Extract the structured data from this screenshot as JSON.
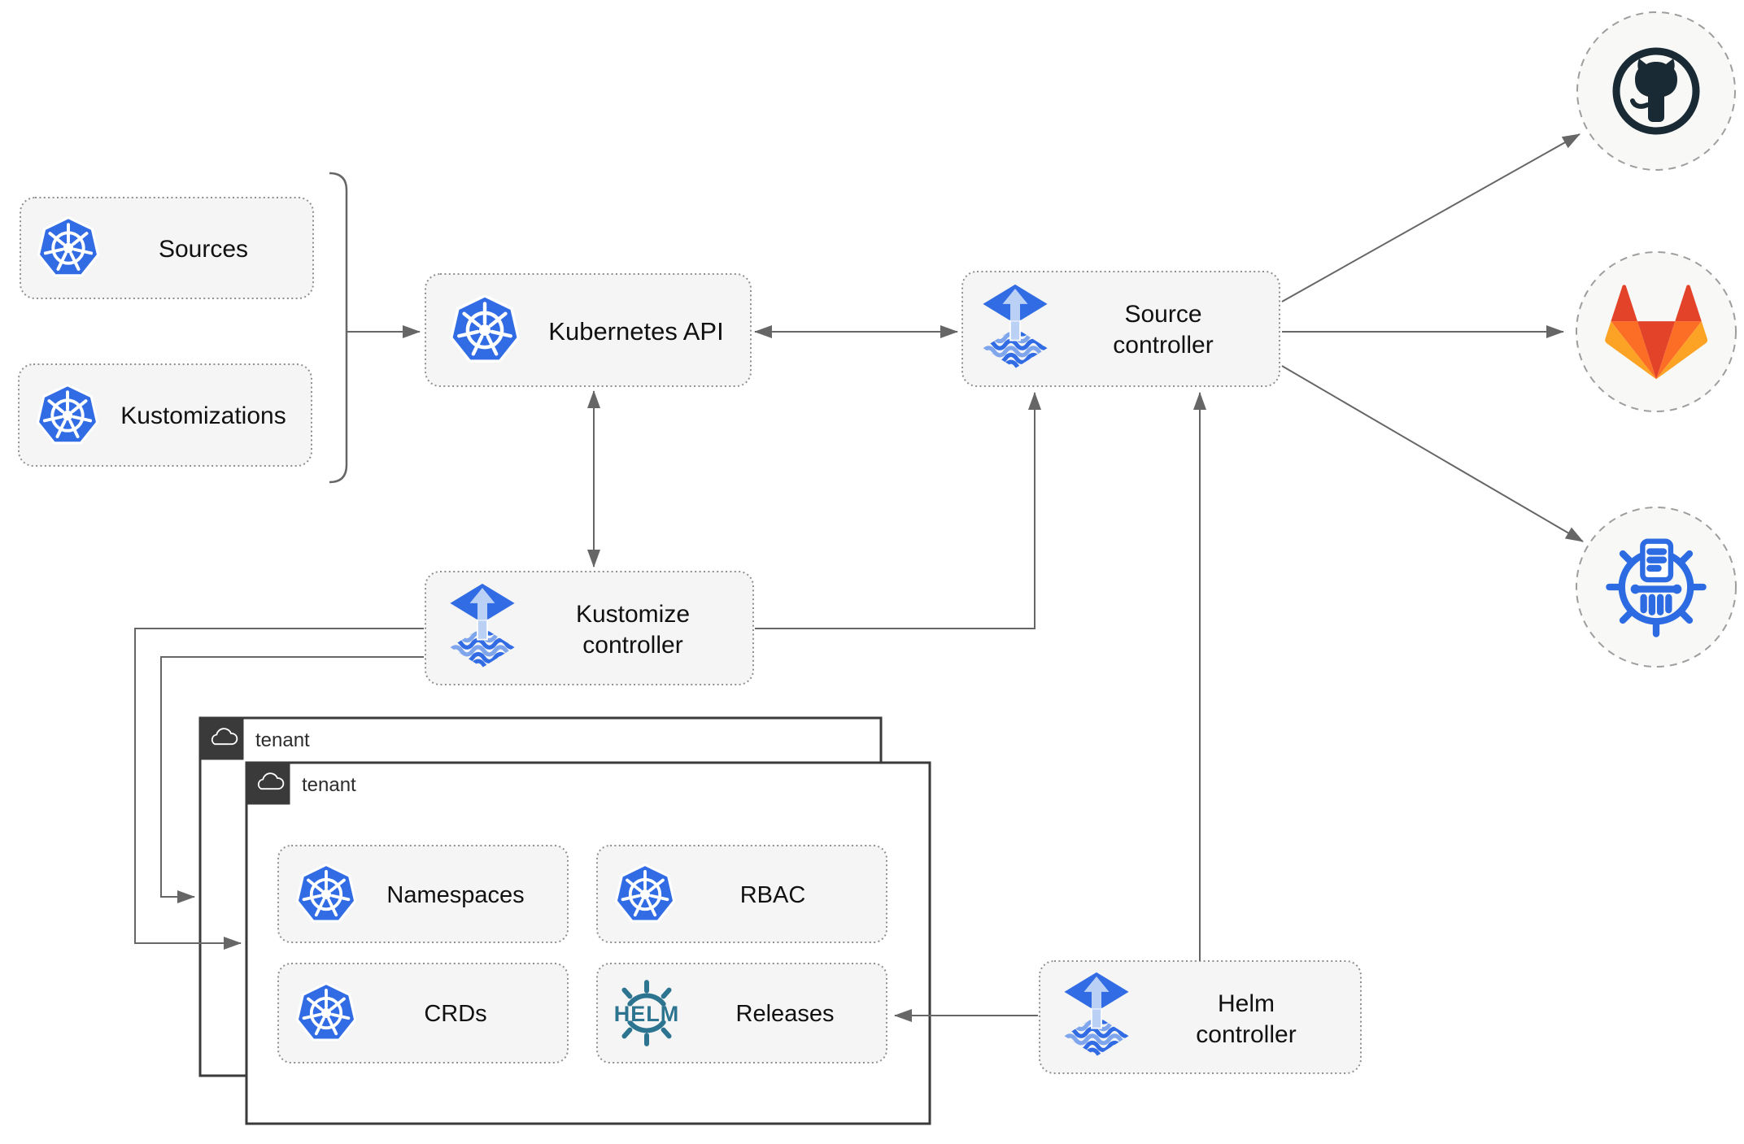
{
  "colors": {
    "k8s_blue": "#326CE5",
    "flux_blue": "#316CE4",
    "flux_light": "#BBD0F5",
    "flux_light_wave": "#7FA5EC",
    "helm_teal": "#2D7490",
    "cm_blue": "#2D6BE3",
    "github_dark": "#1A2A35",
    "gitlab_red": "#E24329",
    "gitlab_orange": "#FC6D26",
    "gitlab_yellow": "#FCA326",
    "line_color": "#666666",
    "box_border": "#8F8F8F",
    "box_fill": "#F5F5F5",
    "circle_fill": "#F8F8F6",
    "circle_border": "#9E9E9E",
    "tenant_border": "#3A3A3A",
    "tenant_fill": "#FFFFFF"
  },
  "nodes": {
    "sources": {
      "label": "Sources"
    },
    "kustomizations": {
      "label": "Kustomizations"
    },
    "kubernetes_api": {
      "label": "Kubernetes API"
    },
    "source_controller": {
      "label_line1": "Source",
      "label_line2": "controller"
    },
    "kustomize_controller": {
      "label_line1": "Kustomize",
      "label_line2": "controller"
    },
    "helm_controller": {
      "label_line1": "Helm",
      "label_line2": "controller"
    },
    "tenant_back": {
      "label": "tenant"
    },
    "tenant_front": {
      "label": "tenant"
    },
    "namespaces": {
      "label": "Namespaces"
    },
    "rbac": {
      "label": "RBAC"
    },
    "crds": {
      "label": "CRDs"
    },
    "releases": {
      "label": "Releases"
    }
  },
  "icons": {
    "helm_wordmark": "HELM",
    "kubernetes": "kubernetes-logo",
    "flux": "flux-logo",
    "helm": "helm-logo",
    "github": "github-logo",
    "gitlab": "gitlab-logo",
    "chart_repository": "chart-repository-logo",
    "cloud": "cloud"
  },
  "edges": [
    {
      "from": "sources+kustomizations",
      "to": "kubernetes_api",
      "style": "bracket-arrow"
    },
    {
      "from": "kubernetes_api",
      "to": "source_controller",
      "style": "double-arrow"
    },
    {
      "from": "kubernetes_api",
      "to": "kustomize_controller",
      "style": "double-arrow"
    },
    {
      "from": "kustomize_controller",
      "to": "source_controller",
      "style": "arrow"
    },
    {
      "from": "kustomize_controller",
      "to": "tenant_front",
      "style": "arrow"
    },
    {
      "from": "kustomize_controller",
      "to": "tenant_back",
      "style": "arrow"
    },
    {
      "from": "helm_controller",
      "to": "source_controller",
      "style": "arrow"
    },
    {
      "from": "helm_controller",
      "to": "releases",
      "style": "arrow"
    },
    {
      "from": "source_controller",
      "to": "github",
      "style": "arrow"
    },
    {
      "from": "source_controller",
      "to": "gitlab",
      "style": "arrow"
    },
    {
      "from": "source_controller",
      "to": "chart_repository",
      "style": "arrow"
    }
  ]
}
